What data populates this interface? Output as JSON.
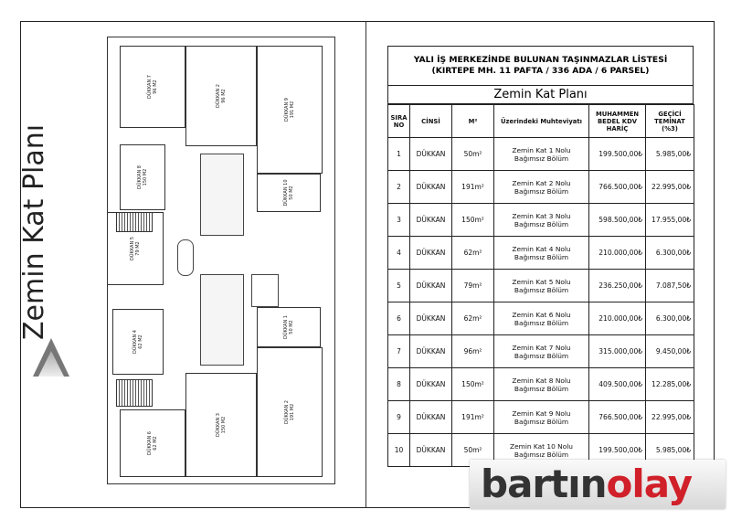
{
  "side_title": "Zemin Kat Planı",
  "table_title_line1": "YALI İŞ MERKEZİNDE BULUNAN TAŞINMAZLAR LİSTESİ",
  "table_title_line2": "(KIRTEPE MH. 11 PAFTA / 336 ADA / 6 PARSEL)",
  "table_subtitle": "Zemin Kat Planı",
  "columns": [
    "SIRA NO",
    "CİNSİ",
    "M²",
    "Üzerindeki Muhteviyatı",
    "MUHAMMEN BEDEL KDV HARİÇ",
    "GEÇİCİ TEMİNAT (%3)"
  ],
  "rows": [
    {
      "no": "1",
      "type": "DÜKKAN",
      "m2": "50m²",
      "desc1": "Zemin Kat 1 Nolu",
      "desc2": "Bağımsız Bölüm",
      "price": "199.500,00₺",
      "deposit": "5.985,00₺"
    },
    {
      "no": "2",
      "type": "DÜKKAN",
      "m2": "191m²",
      "desc1": "Zemin Kat 2 Nolu",
      "desc2": "Bağımsız Bölüm",
      "price": "766.500,00₺",
      "deposit": "22.995,00₺"
    },
    {
      "no": "3",
      "type": "DÜKKAN",
      "m2": "150m²",
      "desc1": "Zemin Kat 3 Nolu",
      "desc2": "Bağımsız Bölüm",
      "price": "598.500,00₺",
      "deposit": "17.955,00₺"
    },
    {
      "no": "4",
      "type": "DÜKKAN",
      "m2": "62m²",
      "desc1": "Zemin Kat 4 Nolu",
      "desc2": "Bağımsız Bölüm",
      "price": "210.000,00₺",
      "deposit": "6.300,00₺"
    },
    {
      "no": "5",
      "type": "DÜKKAN",
      "m2": "79m²",
      "desc1": "Zemin Kat 5 Nolu",
      "desc2": "Bağımsız Bölüm",
      "price": "236.250,00₺",
      "deposit": "7.087,50₺"
    },
    {
      "no": "6",
      "type": "DÜKKAN",
      "m2": "62m²",
      "desc1": "Zemin Kat 6 Nolu",
      "desc2": "Bağımsız Bölüm",
      "price": "210.000,00₺",
      "deposit": "6.300,00₺"
    },
    {
      "no": "7",
      "type": "DÜKKAN",
      "m2": "96m²",
      "desc1": "Zemin Kat 7 Nolu",
      "desc2": "Bağımsız Bölüm",
      "price": "315.000,00₺",
      "deposit": "9.450,00₺"
    },
    {
      "no": "8",
      "type": "DÜKKAN",
      "m2": "150m²",
      "desc1": "Zemin Kat 8 Nolu",
      "desc2": "Bağımsız Bölüm",
      "price": "409.500,00₺",
      "deposit": "12.285,00₺"
    },
    {
      "no": "9",
      "type": "DÜKKAN",
      "m2": "191m²",
      "desc1": "Zemin Kat 9 Nolu",
      "desc2": "Bağımsız Bölüm",
      "price": "766.500,00₺",
      "deposit": "22.995,00₺"
    },
    {
      "no": "10",
      "type": "DÜKKAN",
      "m2": "50m²",
      "desc1": "Zemin Kat 10 Nolu",
      "desc2": "Bağımsız Bölüm",
      "price": "199.500,00₺",
      "deposit": "5.985,00₺"
    }
  ],
  "plan_rooms": [
    {
      "name": "DÜKKAN 7",
      "area": "96 M2"
    },
    {
      "name": "DÜKKAN 8",
      "area": "150 M2"
    },
    {
      "name": "DÜKKAN 9",
      "area": "191 M2"
    },
    {
      "name": "DÜKKAN 10",
      "area": "50 M2"
    },
    {
      "name": "DÜKKAN 6",
      "area": "62 M2"
    },
    {
      "name": "DÜKKAN 5",
      "area": "79 M2"
    },
    {
      "name": "DÜKKAN 4",
      "area": "62 M2"
    },
    {
      "name": "DÜKKAN 1",
      "area": "50 M2"
    },
    {
      "name": "DÜKKAN 2",
      "area": "191 M2"
    },
    {
      "name": "DÜKKAN 3",
      "area": "150 M2"
    },
    {
      "name": "DÜKKAN 2",
      "area": "96 M2"
    }
  ],
  "logo_part1": "bartın",
  "logo_part2": "olay",
  "colors": {
    "logo_red": "#d0202a",
    "logo_dark": "#333333",
    "line": "#222222"
  }
}
